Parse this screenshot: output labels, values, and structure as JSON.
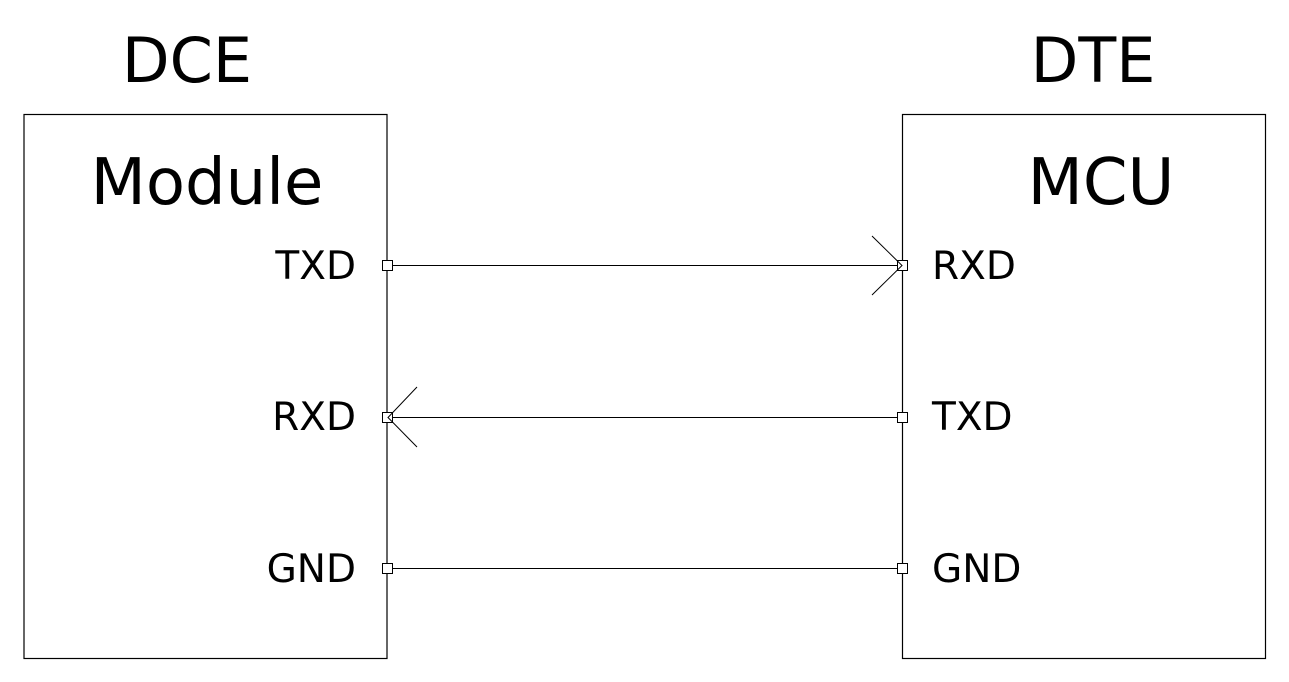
{
  "left": {
    "role": "DCE",
    "title": "Module",
    "pins": [
      "TXD",
      "RXD",
      "GND"
    ]
  },
  "right": {
    "role": "DTE",
    "title": "MCU",
    "pins": [
      "RXD",
      "TXD",
      "GND"
    ]
  },
  "connections": [
    {
      "from": "Module.TXD",
      "to": "MCU.RXD",
      "direction": "left-to-right"
    },
    {
      "from": "MCU.TXD",
      "to": "Module.RXD",
      "direction": "right-to-left"
    },
    {
      "from": "Module.GND",
      "to": "MCU.GND",
      "direction": "none"
    }
  ]
}
